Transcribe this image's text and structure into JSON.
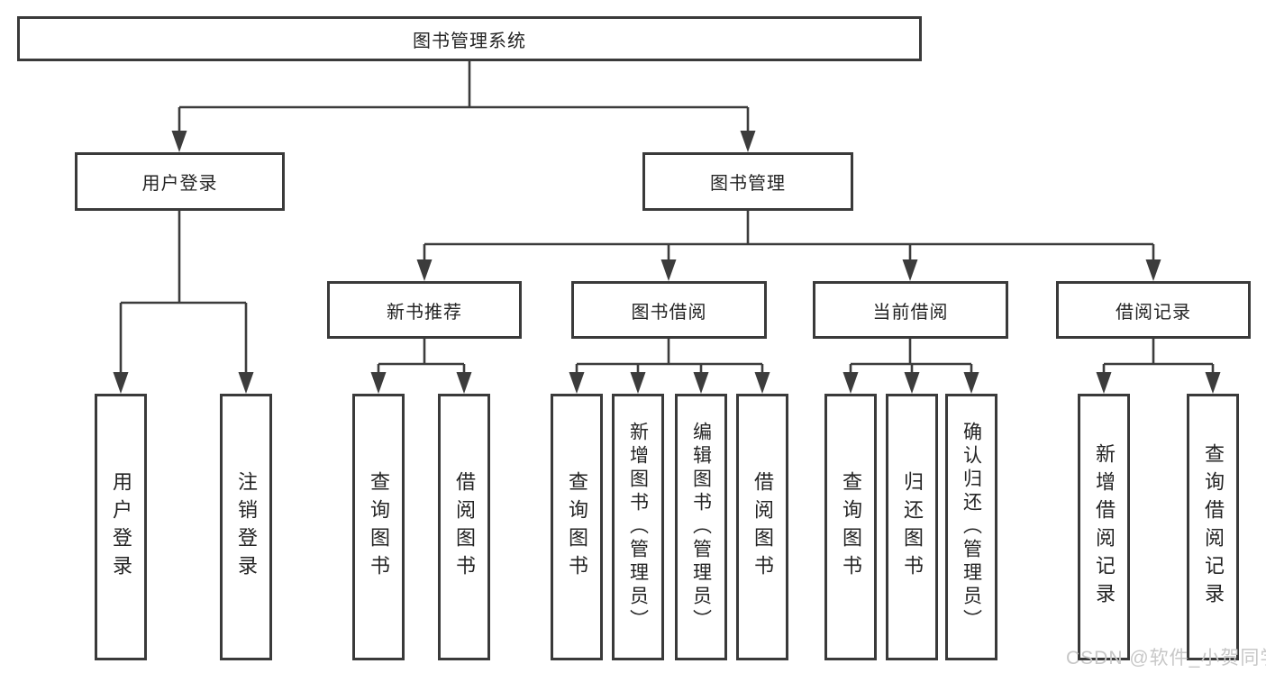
{
  "diagram": {
    "root": "图书管理系统",
    "level2": [
      "用户登录",
      "图书管理"
    ],
    "level3": [
      "新书推荐",
      "图书借阅",
      "当前借阅",
      "借阅记录"
    ],
    "leaves": [
      "用户登录",
      "注销登录",
      "查询图书",
      "借阅图书",
      "查询图书",
      "新增图书（管理员）",
      "编辑图书（管理员）",
      "借阅图书",
      "查询图书",
      "归还图书",
      "确认归还（管理员）",
      "新增借阅记录",
      "查询借阅记录"
    ]
  },
  "watermark": "CSDN @软件_小贺同学",
  "colors": {
    "line": "#3c3c3c",
    "box_border": "#3a3a3a",
    "text": "#242424",
    "watermark": "#c7c7c7",
    "background": "#ffffff"
  }
}
